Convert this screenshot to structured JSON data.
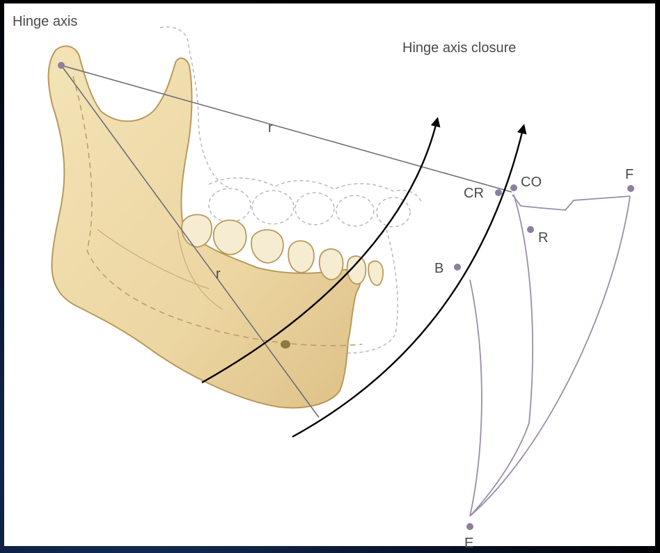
{
  "labels": {
    "hinge_axis": "Hinge axis",
    "hinge_axis_closure": "Hinge axis closure",
    "radius_upper": "r",
    "radius_lower": "r"
  },
  "points": {
    "cr": "CR",
    "co": "CO",
    "f": "F",
    "r": "R",
    "b": "B",
    "e": "E"
  },
  "colors": {
    "page_background": "#000000",
    "panel_background": "#ffffff",
    "bone_fill": "#eed9a8",
    "bone_outline": "#b8995a",
    "point_dot": "#8c7f9e",
    "envelope_line": "#9a8ea8",
    "arrow_line": "#000000"
  }
}
